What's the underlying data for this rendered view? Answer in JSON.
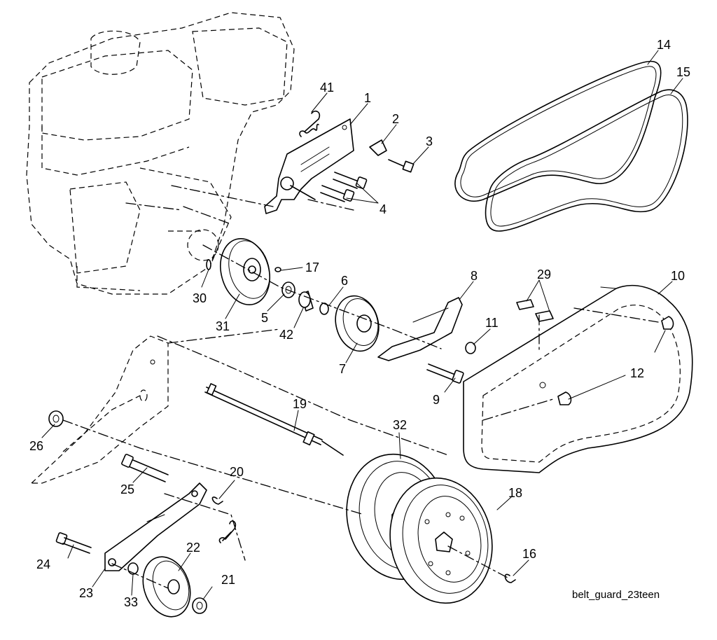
{
  "caption": "belt_guard_23teen",
  "callouts": [
    "1",
    "2",
    "3",
    "4",
    "5",
    "6",
    "7",
    "8",
    "9",
    "10",
    "11",
    "12",
    "14",
    "15",
    "16",
    "17",
    "18",
    "19",
    "20",
    "21",
    "22",
    "23",
    "24",
    "25",
    "26",
    "29",
    "30",
    "31",
    "32",
    "33",
    "41",
    "42"
  ]
}
